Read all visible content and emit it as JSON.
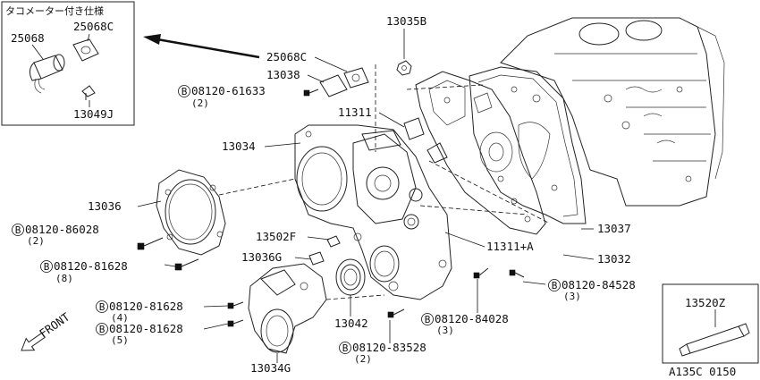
{
  "inset": {
    "heading": "タコメーター付き仕様",
    "parts": [
      "25068",
      "25068C",
      "13049J"
    ]
  },
  "callouts": {
    "p13035B": "13035B",
    "p25068C": "25068C",
    "p13038": "13038",
    "p11311": "11311",
    "p13034": "13034",
    "p13036": "13036",
    "p13502F": "13502F",
    "p13036G": "13036G",
    "p13042": "13042",
    "p13034G": "13034G",
    "p11311A": "11311+A",
    "p13037": "13037",
    "p13032": "13032"
  },
  "bolts": [
    {
      "id": "b1",
      "number": "08120-61633",
      "qty": "(2)"
    },
    {
      "id": "b2",
      "number": "08120-86028",
      "qty": "(2)"
    },
    {
      "id": "b3",
      "number": "08120-81628",
      "qty": "(8)"
    },
    {
      "id": "b4",
      "number": "08120-81628",
      "qty": "(4)"
    },
    {
      "id": "b5",
      "number": "08120-81628",
      "qty": "(5)"
    },
    {
      "id": "b6",
      "number": "08120-83528",
      "qty": "(2)"
    },
    {
      "id": "b7",
      "number": "08120-84028",
      "qty": "(3)"
    },
    {
      "id": "b8",
      "number": "08120-84528",
      "qty": "(3)"
    }
  ],
  "bolt_marker": "B",
  "sealant": {
    "part": "13520Z"
  },
  "front_label": "FRONT",
  "figure_code": "A135C 0150"
}
